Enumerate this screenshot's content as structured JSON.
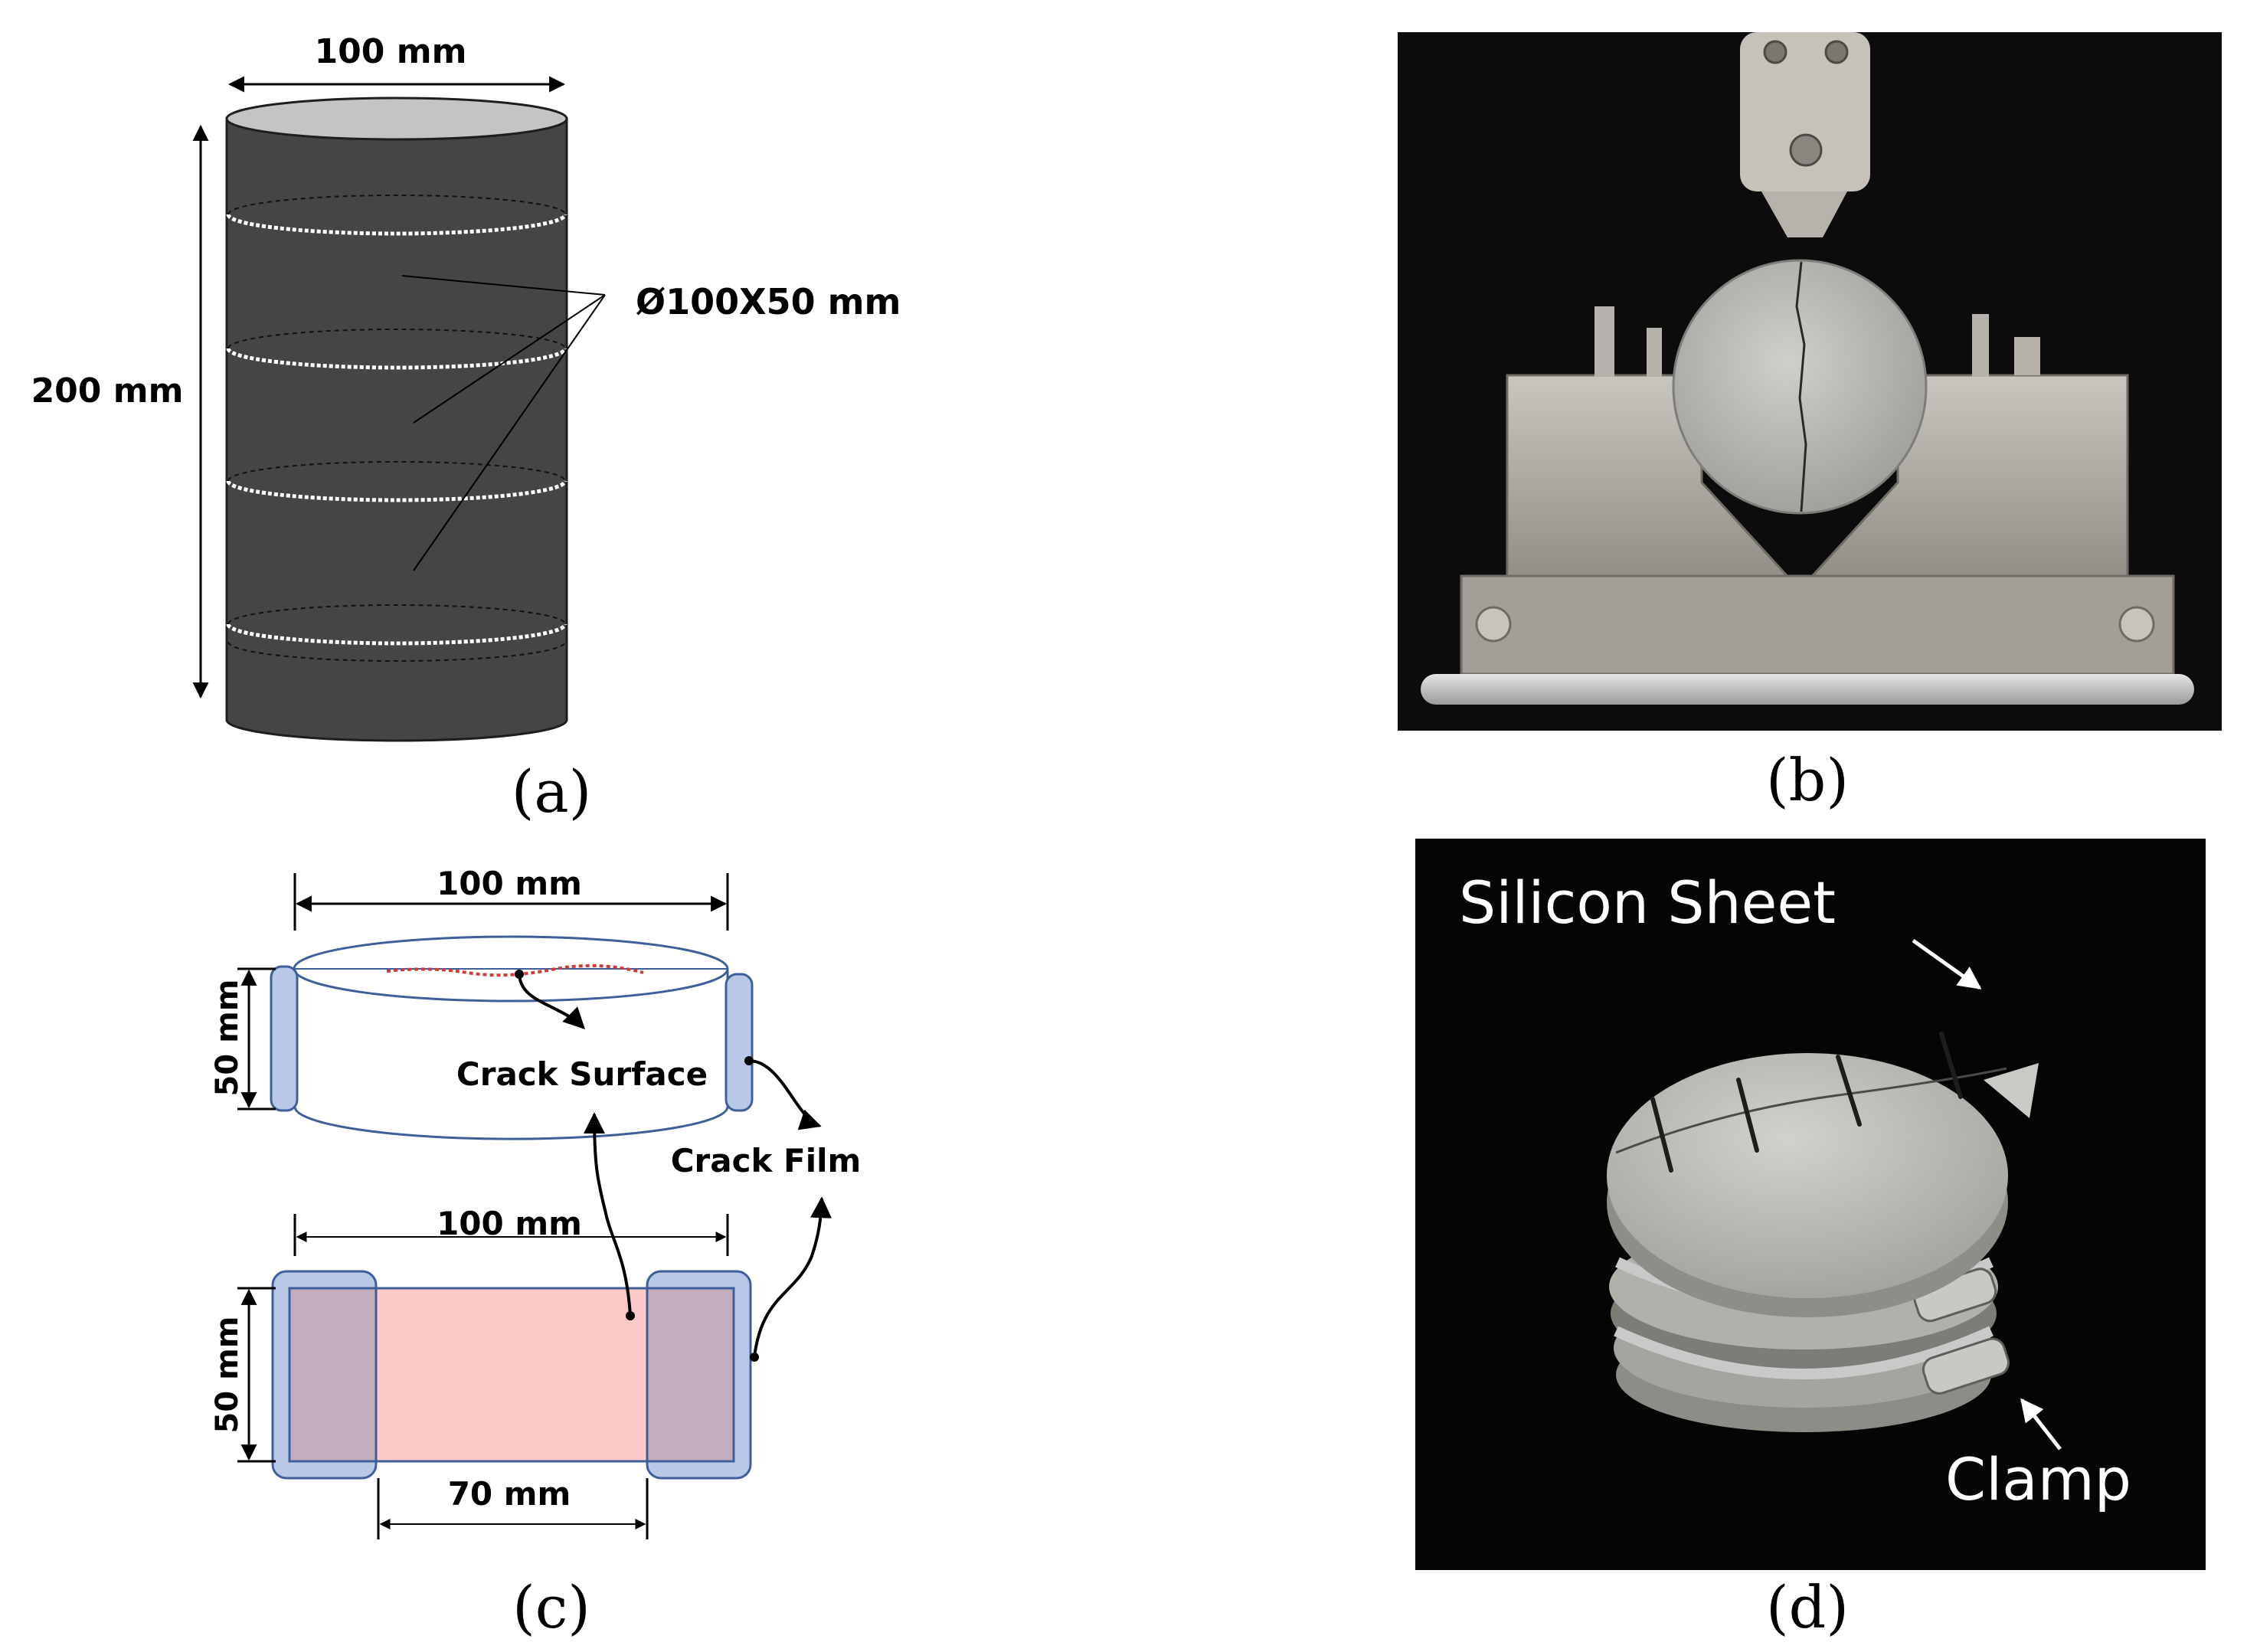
{
  "panels": {
    "a": {
      "caption": "(a)",
      "width_label": "100 mm",
      "height_label": "200 mm",
      "slice_label": "Ø100X50 mm",
      "colors": {
        "cylinder": "#454545",
        "top": "#c4c4c4",
        "cut": "#ffffff"
      }
    },
    "b": {
      "caption": "(b)",
      "colors": {
        "background": "#0c0c0c",
        "specimen": "#b9b9b6",
        "fixture": "#a6a29c"
      }
    },
    "c": {
      "caption": "(c)",
      "top_width_label": "100 mm",
      "top_height_label": "50 mm",
      "crack_surface_label": "Crack Surface",
      "crack_film_label": "Crack Film",
      "bottom_width_label": "100 mm",
      "bottom_height_label": "50 mm",
      "bottom_inner_label": "70 mm",
      "colors": {
        "outline": "#3f5f9a",
        "film": "#b8c8e6",
        "crack_zone": "#fcc9c9",
        "overlap": "#c2aebd",
        "crack_line": "#d23a3a"
      }
    },
    "d": {
      "caption": "(d)",
      "silicon_label": "Silicon Sheet",
      "clamp_label": "Clamp",
      "colors": {
        "background": "#050505",
        "specimen": "#bdbdb8"
      }
    }
  }
}
